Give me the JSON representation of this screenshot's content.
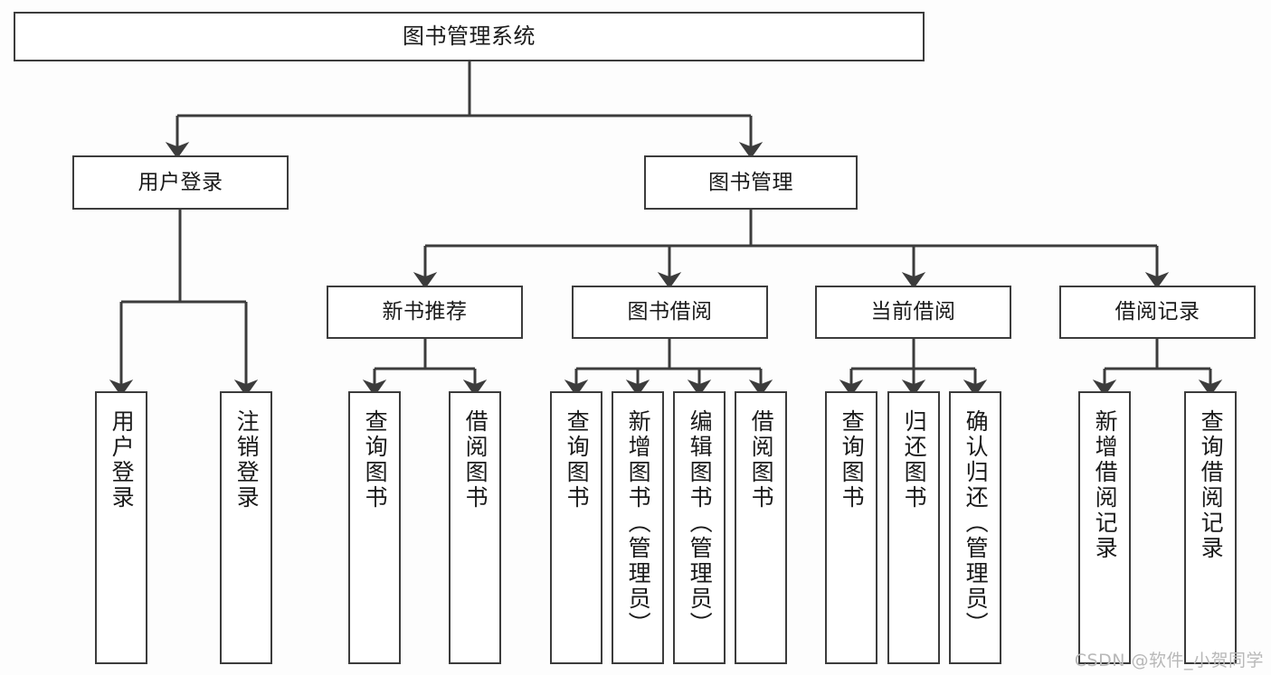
{
  "diagram": {
    "title": "图书管理系统",
    "type": "tree-hierarchy-chart",
    "watermark": "CSDN @软件_小贺同学",
    "colors": {
      "border": "#3c3c3c",
      "node_fill": "#ffffff",
      "background": "#fdfdfd",
      "connector": "#3c3c3c",
      "watermark": "#b8b8b8"
    }
  },
  "nodes": {
    "root": {
      "label": "图书管理系统"
    },
    "level1": [
      {
        "label": "用户登录"
      },
      {
        "label": "图书管理"
      }
    ],
    "level2": [
      {
        "label": "新书推荐"
      },
      {
        "label": "图书借阅"
      },
      {
        "label": "当前借阅"
      },
      {
        "label": "借阅记录"
      }
    ],
    "leaves": {
      "user_login": [
        {
          "label": "用户登录"
        },
        {
          "label": "注销登录"
        }
      ],
      "new_book_recommend": [
        {
          "label": "查询图书"
        },
        {
          "label": "借阅图书"
        }
      ],
      "book_borrow": [
        {
          "label": "查询图书"
        },
        {
          "label": "新增图书（管理员）"
        },
        {
          "label": "编辑图书（管理员）"
        },
        {
          "label": "借阅图书"
        }
      ],
      "current_borrow": [
        {
          "label": "查询图书"
        },
        {
          "label": "归还图书"
        },
        {
          "label": "确认归还（管理员）"
        }
      ],
      "borrow_record": [
        {
          "label": "新增借阅记录"
        },
        {
          "label": "查询借阅记录"
        }
      ]
    }
  }
}
